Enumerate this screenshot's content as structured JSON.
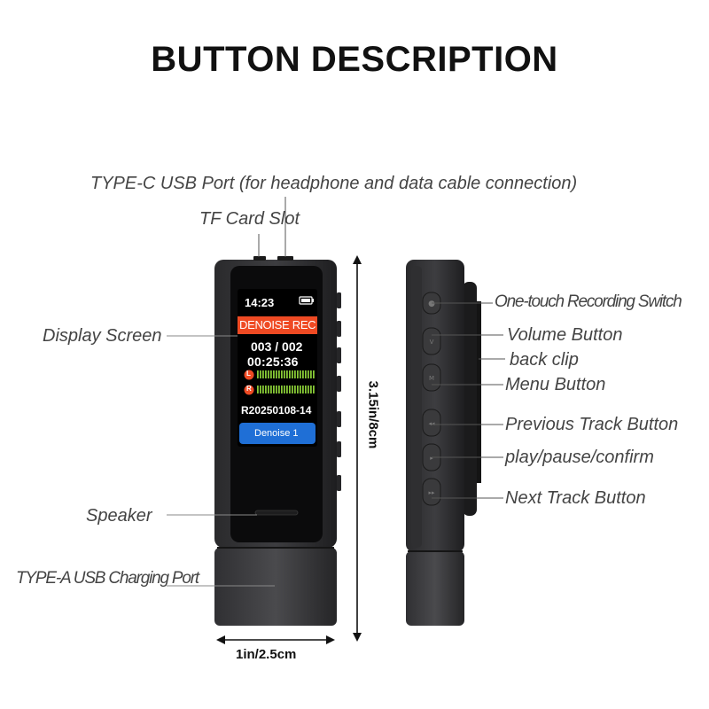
{
  "title": "BUTTON DESCRIPTION",
  "labels": {
    "type_c": "TYPE-C USB Port (for headphone and data cable connection)",
    "tf_card": "TF Card Slot",
    "display": "Display Screen",
    "speaker": "Speaker",
    "type_a": "TYPE-A USB Charging Port",
    "one_touch": "One-touch Recording Switch",
    "volume": "Volume Button",
    "back_clip": "back clip",
    "menu": "Menu Button",
    "prev": "Previous Track Button",
    "play": "play/pause/confirm",
    "next": "Next Track Button"
  },
  "dimensions": {
    "height": "3.15in/8cm",
    "width": "1in/2.5cm"
  },
  "screen": {
    "time": "14:23",
    "mode": "DENOISE REC",
    "track": "003 / 002",
    "elapsed": "00:25:36",
    "left_channel": "L",
    "right_channel": "R",
    "filename": "R20250108-14",
    "denoise": "Denoise  1"
  },
  "colors": {
    "mode_bar": "#ef4a23",
    "denoise_bar": "#1f6fd6",
    "level_meter": "#86c836",
    "channel_badge": "#ef4a23"
  }
}
